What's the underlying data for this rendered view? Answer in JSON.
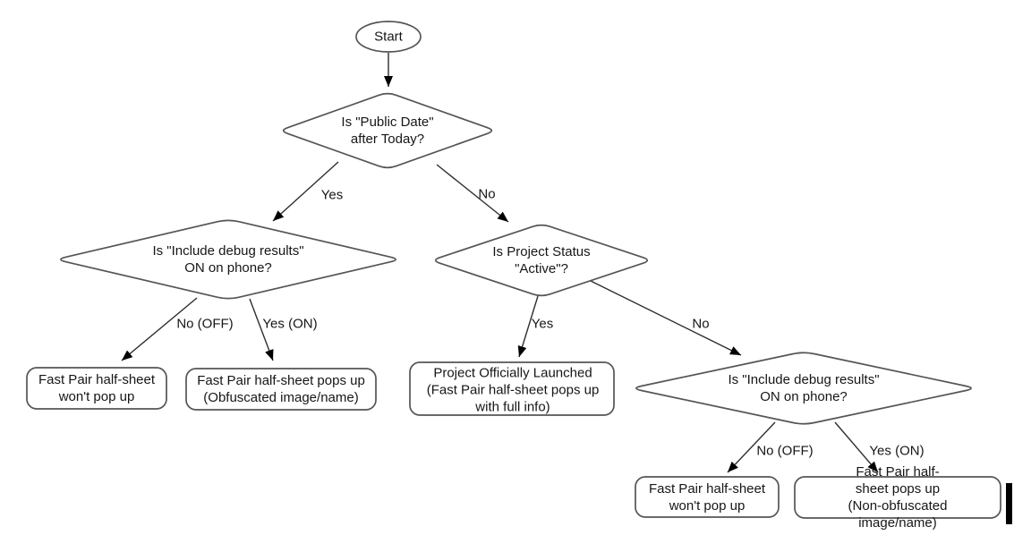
{
  "diagram": {
    "type": "flowchart",
    "colors": {
      "background": "#ffffff",
      "shape_fill": "#ffffff",
      "shape_stroke": "#555555",
      "connector_stroke": "#2e2e2e",
      "arrowhead_fill": "#000000",
      "text": "#161616"
    },
    "nodes": {
      "start": {
        "type": "terminator",
        "label": "Start"
      },
      "public_date": {
        "type": "decision",
        "label": "Is \"Public Date\"\nafter Today?"
      },
      "debug_left": {
        "type": "decision",
        "label": "Is \"Include debug results\"\nON on phone?"
      },
      "project_status": {
        "type": "decision",
        "label": "Is Project Status\n\"Active\"?"
      },
      "debug_right": {
        "type": "decision",
        "label": "Is \"Include debug results\"\nON on phone?"
      },
      "no_popup_left": {
        "type": "process",
        "label": "Fast Pair half-sheet\nwon't pop up"
      },
      "obfuscated_popup": {
        "type": "process",
        "label": "Fast Pair half-sheet pops up\n(Obfuscated image/name)"
      },
      "launched": {
        "type": "process",
        "label": "Project Officially Launched\n(Fast Pair half-sheet pops up\nwith full info)"
      },
      "no_popup_right": {
        "type": "process",
        "label": "Fast Pair half-sheet\nwon't pop up"
      },
      "non_obfuscated_popup": {
        "type": "process",
        "label": "Fast Pair half-sheet pops up\n(Non-obfuscated image/name)"
      }
    },
    "edges": [
      {
        "from": "start",
        "to": "public_date",
        "label": ""
      },
      {
        "from": "public_date",
        "to": "debug_left",
        "label": "Yes"
      },
      {
        "from": "public_date",
        "to": "project_status",
        "label": "No"
      },
      {
        "from": "debug_left",
        "to": "no_popup_left",
        "label": "No (OFF)"
      },
      {
        "from": "debug_left",
        "to": "obfuscated_popup",
        "label": "Yes (ON)"
      },
      {
        "from": "project_status",
        "to": "launched",
        "label": "Yes"
      },
      {
        "from": "project_status",
        "to": "debug_right",
        "label": "No"
      },
      {
        "from": "debug_right",
        "to": "no_popup_right",
        "label": "No (OFF)"
      },
      {
        "from": "debug_right",
        "to": "non_obfuscated_popup",
        "label": "Yes (ON)"
      }
    ]
  }
}
